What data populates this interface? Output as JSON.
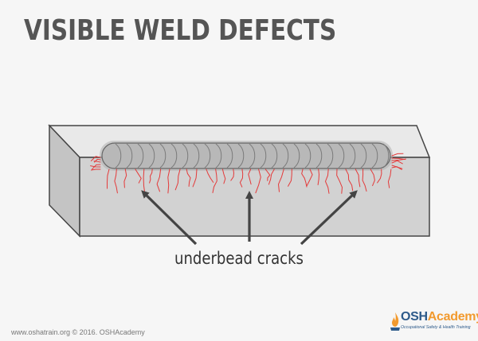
{
  "title": "VISIBLE WELD DEFECTS",
  "label": "underbead cracks",
  "copyright": "www.oshatrain.org © 2016. OSHAcademy",
  "logo": {
    "part1": "OSH",
    "part2": "Academy",
    "tagline": "Occupational Safety & Health Training",
    "color_primary": "#2d5a8a",
    "color_accent": "#f29a2e"
  },
  "colors": {
    "block_front": "#cfcfcf",
    "block_top": "#e8e8e8",
    "block_side": "#bdbdbd",
    "bead": "#b2b2b2",
    "cracks": "#e43a3a",
    "arrows": "#444444"
  }
}
